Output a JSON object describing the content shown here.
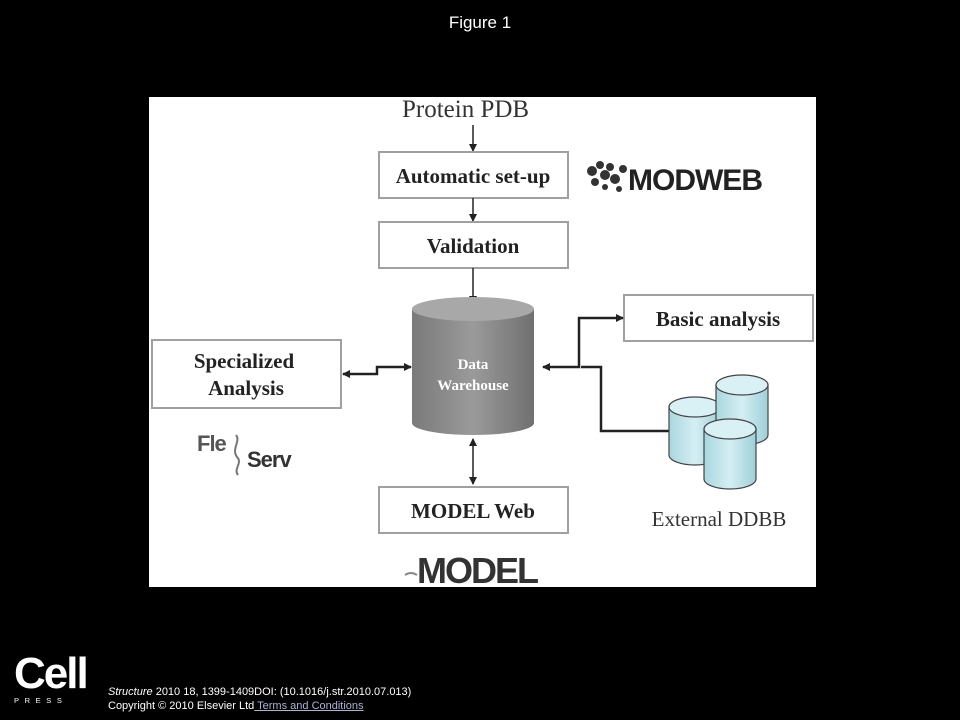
{
  "figure": {
    "title": "Figure 1"
  },
  "diagram": {
    "source_label": "Protein PDB",
    "boxes": {
      "automatic_setup": "Automatic set-up",
      "validation": "Validation",
      "basic_analysis": "Basic analysis",
      "specialized_line1": "Specialized",
      "specialized_line2": "Analysis",
      "model_web": "MODEL Web"
    },
    "warehouse": {
      "line1": "Data",
      "line2": "Warehouse"
    },
    "external_label": "External DDBB",
    "logos": {
      "modweb": "MODWEB",
      "flexserv_a": "Fle",
      "flexserv_b": "Serv",
      "model": "MODEL"
    },
    "colors": {
      "cylinder": "#8a8a8a",
      "db_cylinder": "#bfe4ea",
      "box_border": "#a0a0a0"
    }
  },
  "footer": {
    "cell_logo": "Cell",
    "press_logo": "PRESS",
    "journal": "Structure",
    "citation": " 2010 18, 1399-1409DOI: (10.1016/j.str.2010.07.013)",
    "copyright": "Copyright © 2010 Elsevier Ltd",
    "terms_link": " Terms and Conditions"
  }
}
